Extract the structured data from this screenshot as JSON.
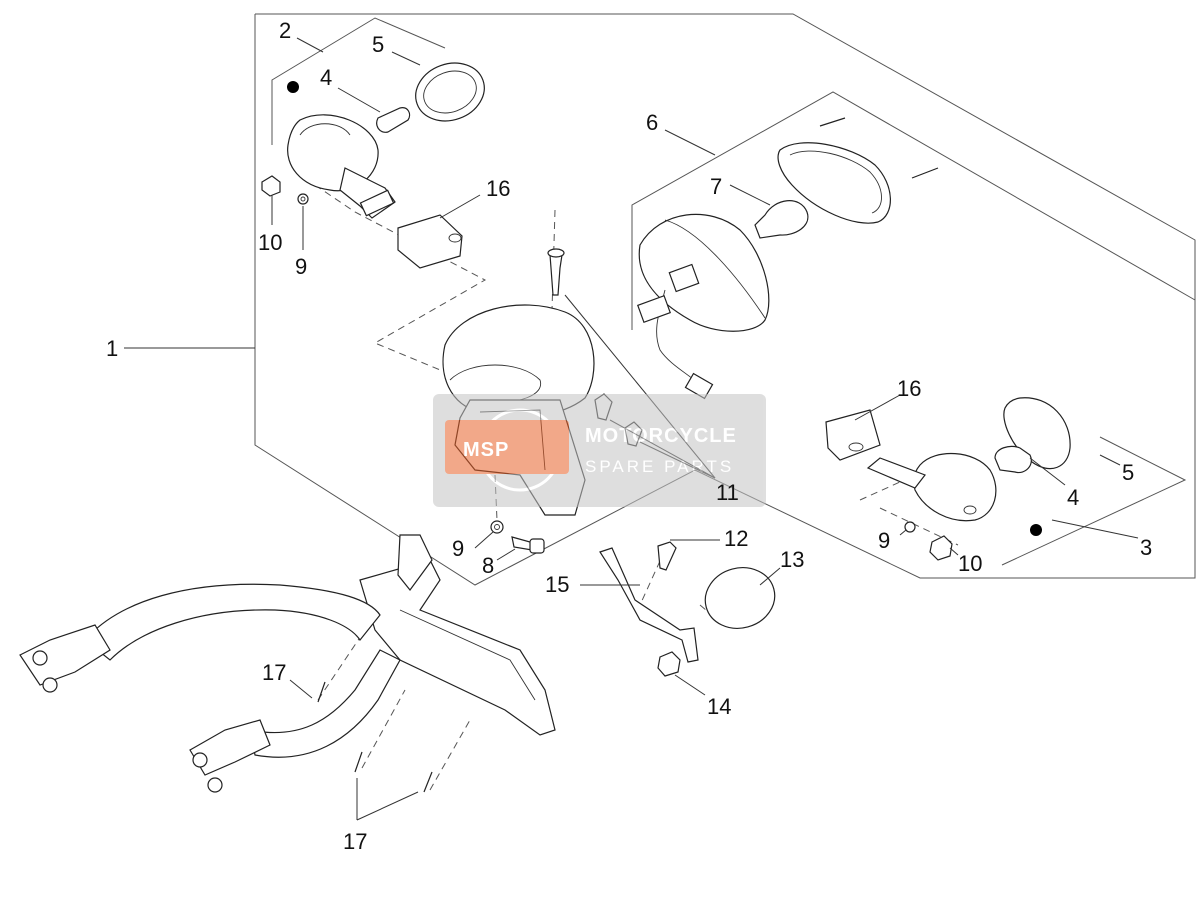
{
  "callouts": {
    "c1": "1",
    "c2": "2",
    "c3": "3",
    "c4a": "4",
    "c4b": "4",
    "c5a": "5",
    "c5b": "5",
    "c6": "6",
    "c7": "7",
    "c8": "8",
    "c9a": "9",
    "c9b": "9",
    "c9c": "9",
    "c10a": "10",
    "c10b": "10",
    "c11": "11",
    "c12": "12",
    "c13": "13",
    "c14": "14",
    "c15": "15",
    "c16a": "16",
    "c16b": "16",
    "c17a": "17",
    "c17b": "17"
  },
  "watermark": {
    "logo": "MSP",
    "brand": "MOTORCYCLE",
    "sub": "SPARE PARTS",
    "color": "#e8622a"
  }
}
